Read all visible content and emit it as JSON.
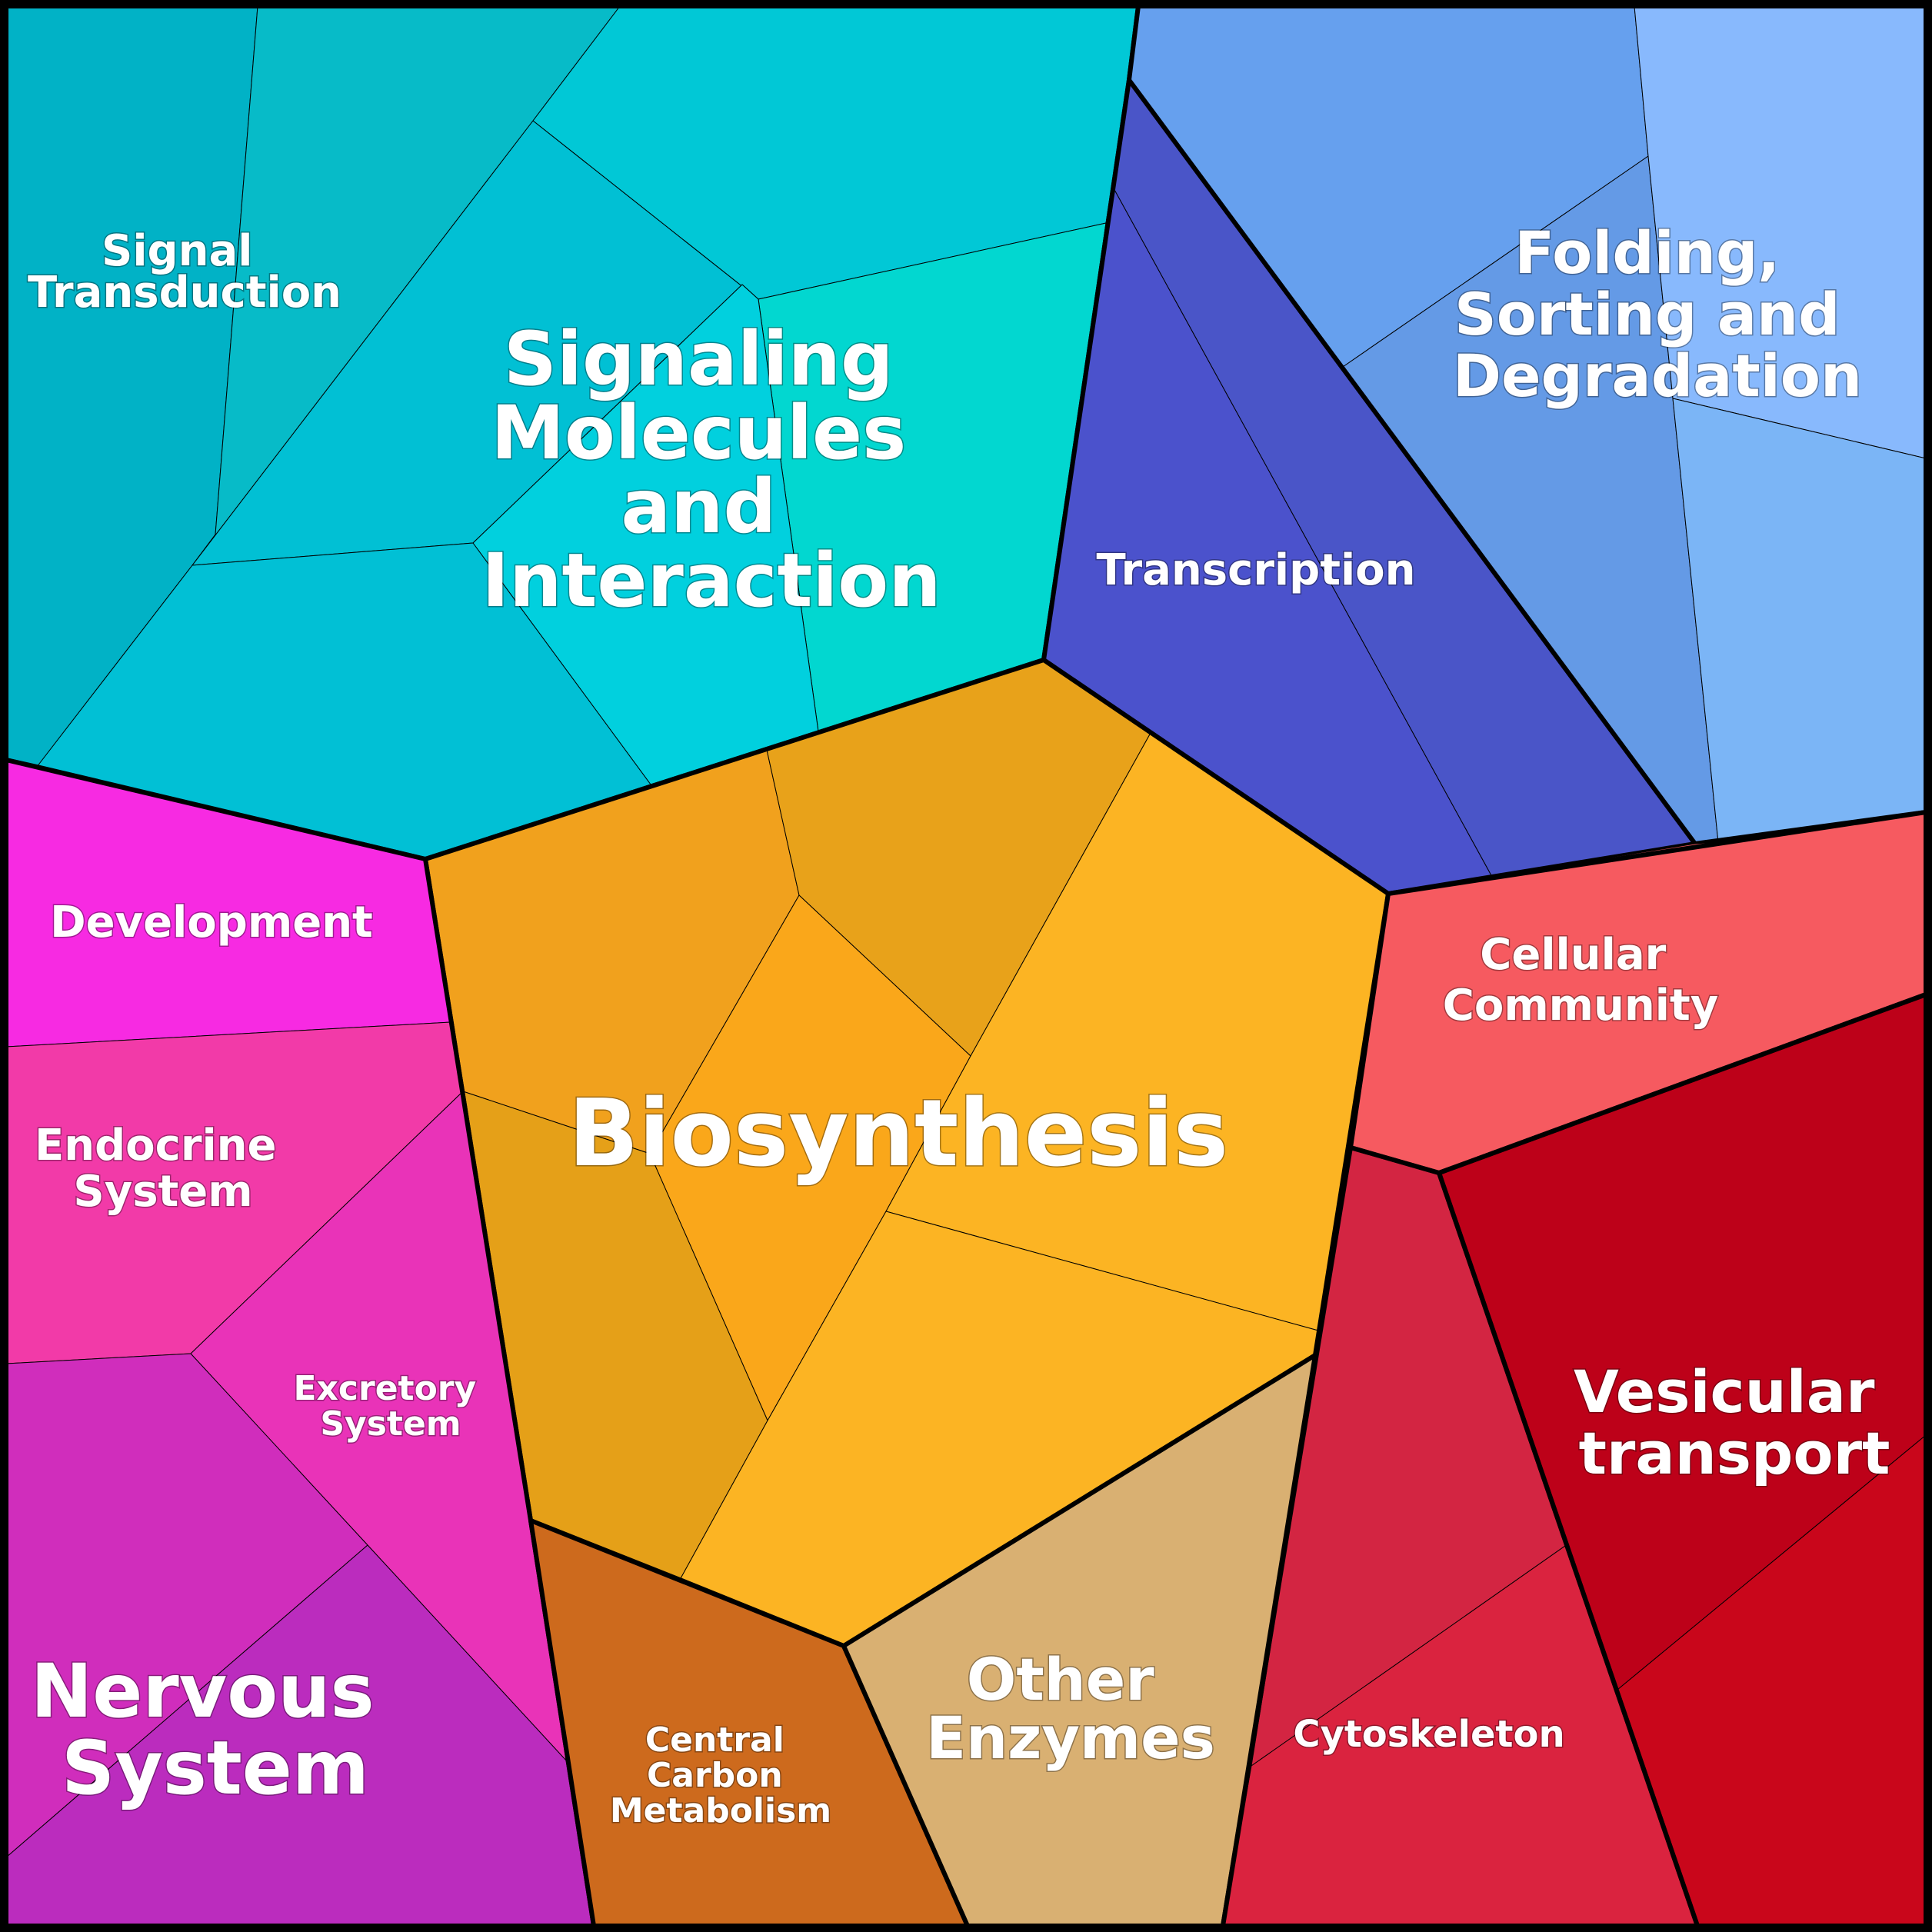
{
  "diagram": {
    "type": "voronoi-treemap",
    "categories": [
      {
        "key": "signaling",
        "label": [
          "Signaling",
          "Molecules",
          "and",
          "Interaction"
        ],
        "color": "#00c4d6"
      },
      {
        "key": "signal_tx",
        "label": [
          "Signal",
          "Transduction"
        ],
        "color": "#06b5c8"
      },
      {
        "key": "folding",
        "label": [
          "Folding,",
          "Sorting and",
          "Degradation"
        ],
        "color": "#66a0ee"
      },
      {
        "key": "transcription",
        "label": [
          "Transcription"
        ],
        "color": "#4b52cc"
      },
      {
        "key": "biosynthesis",
        "label": [
          "Biosynthesis"
        ],
        "color": "#fbb324"
      },
      {
        "key": "development",
        "label": [
          "Development"
        ],
        "color": "#f72ae2"
      },
      {
        "key": "endocrine",
        "label": [
          "Endocrine",
          "System"
        ],
        "color": "#f23aa8"
      },
      {
        "key": "excretory",
        "label": [
          "Excretory",
          "System"
        ],
        "color": "#e933b8"
      },
      {
        "key": "nervous",
        "label": [
          "Nervous",
          "System"
        ],
        "color": "#c02cbf"
      },
      {
        "key": "central_carbon",
        "label": [
          "Central",
          "Carbon",
          "Metabolism"
        ],
        "color": "#cd6a1d"
      },
      {
        "key": "other_enzymes",
        "label": [
          "Other",
          "Enzymes"
        ],
        "color": "#d9b072"
      },
      {
        "key": "cellular_community",
        "label": [
          "Cellular",
          "Community"
        ],
        "color": "#f65a60"
      },
      {
        "key": "vesicular",
        "label": [
          "Vesicular",
          "transport"
        ],
        "color": "#bd0119"
      },
      {
        "key": "cytoskeleton",
        "label": [
          "Cytoskeleton"
        ],
        "color": "#d7253f"
      }
    ]
  }
}
